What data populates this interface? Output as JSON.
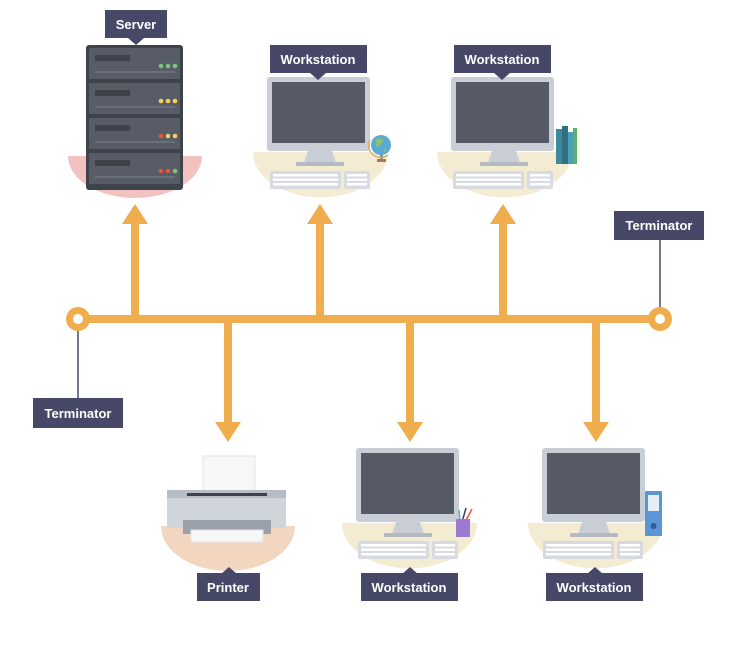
{
  "colors": {
    "bus": "#f0ad4e",
    "label_bg": "#474868",
    "label_text": "#ffffff",
    "monitor_frame": "#c9ced6",
    "screen": "#555a66",
    "desk": "#f3ecd2",
    "server_body": "#4a4f58",
    "server_base": "#f2c2c0",
    "printer_base": "#f2d6c0"
  },
  "labels": {
    "server": "Server",
    "workstation_top_1": "Workstation",
    "workstation_top_2": "Workstation",
    "terminator_right": "Terminator",
    "terminator_left": "Terminator",
    "printer": "Printer",
    "workstation_bottom_1": "Workstation",
    "workstation_bottom_2": "Workstation"
  },
  "icons": [
    "server-icon",
    "workstation-icon",
    "globe-icon",
    "books-icon",
    "printer-icon",
    "pencil-cup-icon",
    "binder-icon",
    "terminator-icon",
    "arrow-icon"
  ]
}
